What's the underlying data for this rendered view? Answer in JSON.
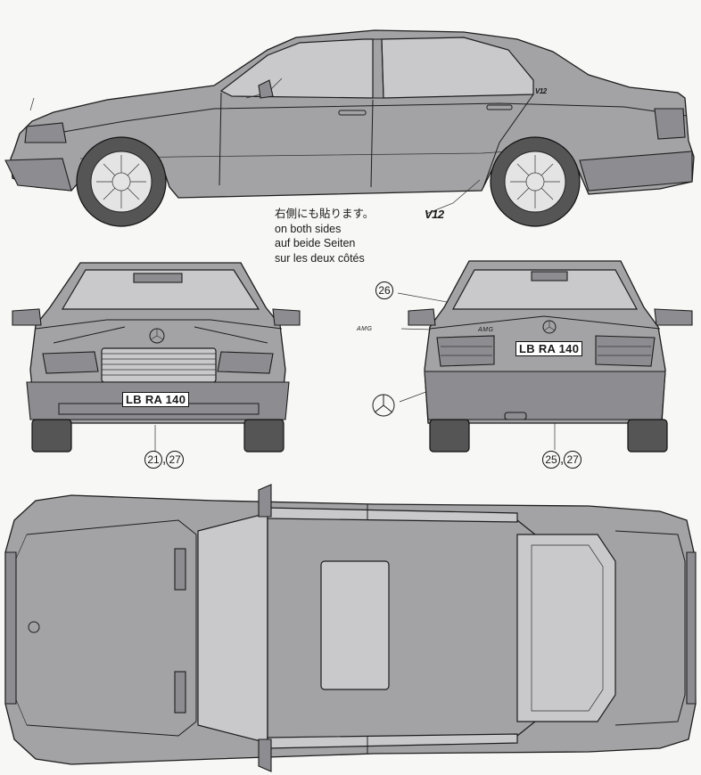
{
  "notes": {
    "jp": "右側にも貼ります。",
    "en": "on both sides",
    "de": "auf beide Seiten",
    "fr": "sur les deux côtés"
  },
  "decals": {
    "v12_side": "V12",
    "v12_badge": "V12",
    "amg": "AMG",
    "rear_badge": "AMG"
  },
  "plates": {
    "front": "LB RA 140",
    "rear": "LB RA 140"
  },
  "callouts": {
    "c26": "26",
    "c21": "21",
    "c27a": "27",
    "c25": "25",
    "c27b": "27",
    "sep": ","
  }
}
